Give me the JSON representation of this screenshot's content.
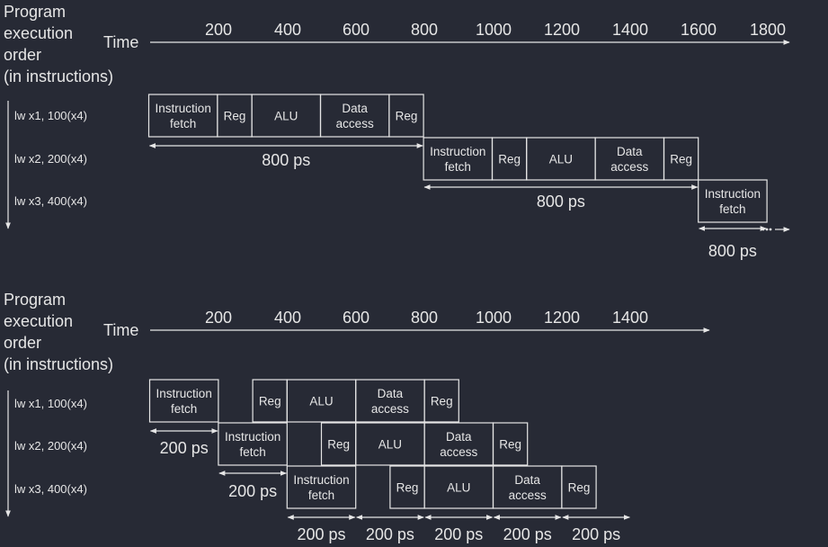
{
  "diagrams": [
    {
      "heading_lines": [
        "Program",
        "execution",
        "order",
        "(in instructions)"
      ],
      "time_label": "Time",
      "ticks": [
        "200",
        "400",
        "600",
        "800",
        "1000",
        "1200",
        "1400",
        "1600",
        "1800"
      ],
      "instructions": [
        "lw x1, 100(x4)",
        "lw x2, 200(x4)",
        "lw x3, 400(x4)"
      ],
      "stages": [
        {
          "row": 0,
          "start": 0,
          "end": 200,
          "lines": [
            "Instruction",
            "fetch"
          ]
        },
        {
          "row": 0,
          "start": 200,
          "end": 300,
          "lines": [
            "Reg"
          ]
        },
        {
          "row": 0,
          "start": 300,
          "end": 500,
          "lines": [
            "ALU"
          ]
        },
        {
          "row": 0,
          "start": 500,
          "end": 700,
          "lines": [
            "Data",
            "access"
          ]
        },
        {
          "row": 0,
          "start": 700,
          "end": 800,
          "lines": [
            "Reg"
          ]
        },
        {
          "row": 1,
          "start": 800,
          "end": 1000,
          "lines": [
            "Instruction",
            "fetch"
          ]
        },
        {
          "row": 1,
          "start": 1000,
          "end": 1100,
          "lines": [
            "Reg"
          ]
        },
        {
          "row": 1,
          "start": 1100,
          "end": 1300,
          "lines": [
            "ALU"
          ]
        },
        {
          "row": 1,
          "start": 1300,
          "end": 1500,
          "lines": [
            "Data",
            "access"
          ]
        },
        {
          "row": 1,
          "start": 1500,
          "end": 1600,
          "lines": [
            "Reg"
          ]
        },
        {
          "row": 2,
          "start": 1600,
          "end": 1800,
          "lines": [
            "Instruction",
            "fetch"
          ]
        }
      ],
      "durations": [
        {
          "row": 0,
          "start": 0,
          "end": 800,
          "label": "800 ps"
        },
        {
          "row": 1,
          "start": 800,
          "end": 1600,
          "label": "800 ps"
        },
        {
          "row": 2,
          "start": 1600,
          "end": 1800,
          "label": "800 ps"
        }
      ]
    },
    {
      "heading_lines": [
        "Program",
        "execution",
        "order",
        "(in instructions)"
      ],
      "time_label": "Time",
      "ticks": [
        "200",
        "400",
        "600",
        "800",
        "1000",
        "1200",
        "1400"
      ],
      "instructions": [
        "lw x1, 100(x4)",
        "lw x2, 200(x4)",
        "lw x3, 400(x4)"
      ],
      "stages": [
        {
          "row": 0,
          "start": 0,
          "end": 200,
          "lines": [
            "Instruction",
            "fetch"
          ]
        },
        {
          "row": 0,
          "start": 300,
          "end": 400,
          "lines": [
            "Reg"
          ]
        },
        {
          "row": 0,
          "start": 400,
          "end": 600,
          "lines": [
            "ALU"
          ]
        },
        {
          "row": 0,
          "start": 600,
          "end": 800,
          "lines": [
            "Data",
            "access"
          ]
        },
        {
          "row": 0,
          "start": 800,
          "end": 900,
          "lines": [
            "Reg"
          ]
        },
        {
          "row": 1,
          "start": 200,
          "end": 400,
          "lines": [
            "Instruction",
            "fetch"
          ]
        },
        {
          "row": 1,
          "start": 500,
          "end": 600,
          "lines": [
            "Reg"
          ]
        },
        {
          "row": 1,
          "start": 600,
          "end": 800,
          "lines": [
            "ALU"
          ]
        },
        {
          "row": 1,
          "start": 800,
          "end": 1000,
          "lines": [
            "Data",
            "access"
          ]
        },
        {
          "row": 1,
          "start": 1000,
          "end": 1100,
          "lines": [
            "Reg"
          ]
        },
        {
          "row": 2,
          "start": 400,
          "end": 600,
          "lines": [
            "Instruction",
            "fetch"
          ]
        },
        {
          "row": 2,
          "start": 700,
          "end": 800,
          "lines": [
            "Reg"
          ]
        },
        {
          "row": 2,
          "start": 800,
          "end": 1000,
          "lines": [
            "ALU"
          ]
        },
        {
          "row": 2,
          "start": 1000,
          "end": 1200,
          "lines": [
            "Data",
            "access"
          ]
        },
        {
          "row": 2,
          "start": 1200,
          "end": 1300,
          "lines": [
            "Reg"
          ]
        }
      ],
      "durations": [
        {
          "row": 0,
          "start": 0,
          "end": 200,
          "label": "200 ps"
        },
        {
          "row": 1,
          "start": 200,
          "end": 400,
          "label": "200 ps"
        },
        {
          "row": 2,
          "start": 400,
          "end": 600,
          "label": "200 ps"
        },
        {
          "row": 2,
          "start": 600,
          "end": 800,
          "label": "200 ps"
        },
        {
          "row": 2,
          "start": 800,
          "end": 1000,
          "label": "200 ps"
        },
        {
          "row": 2,
          "start": 1000,
          "end": 1200,
          "label": "200 ps"
        },
        {
          "row": 2,
          "start": 1200,
          "end": 1400,
          "label": "200 ps"
        }
      ]
    }
  ]
}
